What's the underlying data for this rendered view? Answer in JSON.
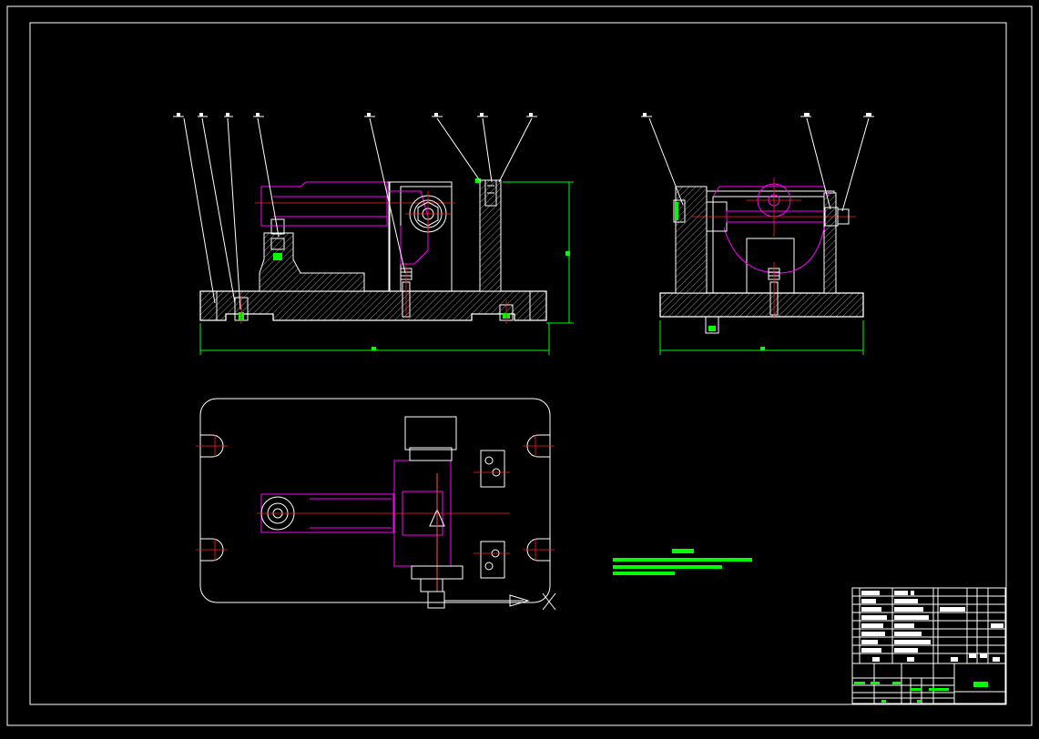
{
  "drawing": {
    "colors": {
      "background": "#000000",
      "outline": "#ffffff",
      "fixture_part": "#ff00ff",
      "center_line": "#ff2020",
      "dimension": "#00ff00"
    },
    "views": [
      "front-section-view",
      "side-section-view",
      "top-view"
    ],
    "balloon_count_front": 8,
    "balloon_count_side": 3
  }
}
